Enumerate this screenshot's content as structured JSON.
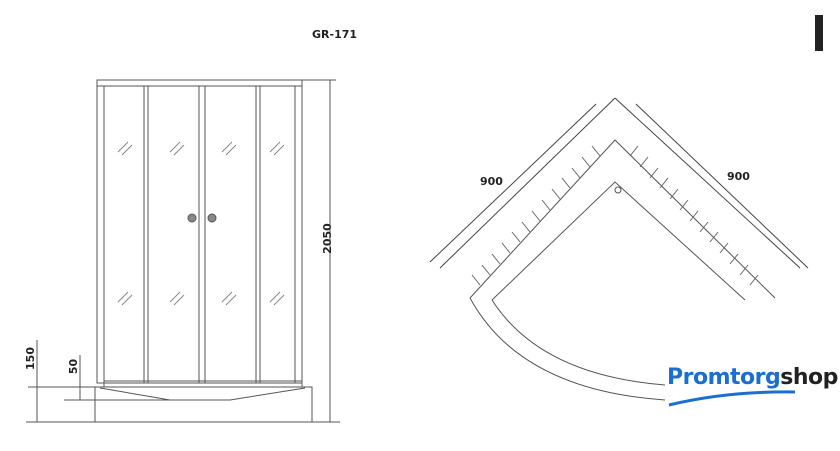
{
  "model": "GR-171",
  "dimensions": {
    "height": "2050",
    "tray_height": "150",
    "tray_step": "50",
    "side_left": "900",
    "side_right": "900"
  },
  "logo": {
    "part1": "Promtorg",
    "part2": "shop",
    "color": "#1a6fd0"
  }
}
